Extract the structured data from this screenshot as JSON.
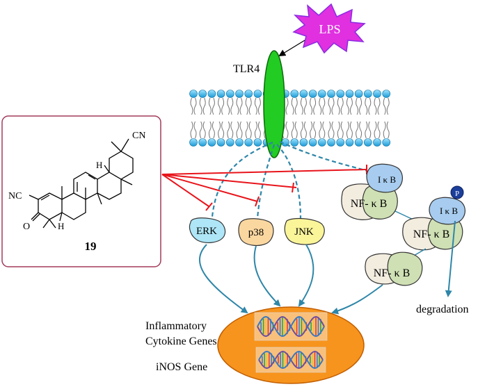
{
  "stimulus": {
    "label": "LPS",
    "color": "#e030e0"
  },
  "receptor": {
    "label": "TLR4",
    "color": "#22cc22"
  },
  "compound": {
    "label": "19",
    "substituents": {
      "nitrile_top": "CN",
      "nitrile_left": "NC",
      "ketone": "O",
      "hydrogen_upper": "H",
      "hydrogen_lower": "H"
    }
  },
  "kinases": [
    {
      "label": "ERK",
      "color": "#aee6f7"
    },
    {
      "label": "p38",
      "color": "#fbd7a0"
    },
    {
      "label": "JNK",
      "color": "#fbf59a"
    }
  ],
  "nfkb_complex": {
    "inhibitor_label": "I κ B",
    "factor_label": "NF- κ B",
    "phospho_label": "P"
  },
  "outcome": {
    "degradation_label": "degradation"
  },
  "nucleus": {
    "gene_label_line1": "Inflammatory",
    "gene_label_line2": "Cytokine Genes",
    "inos_label": "iNOS Gene",
    "color": "#f7941d"
  },
  "colors": {
    "inhibition": "#e8141b",
    "signal": "#2e86a8",
    "box_border": "#a23a5a"
  }
}
